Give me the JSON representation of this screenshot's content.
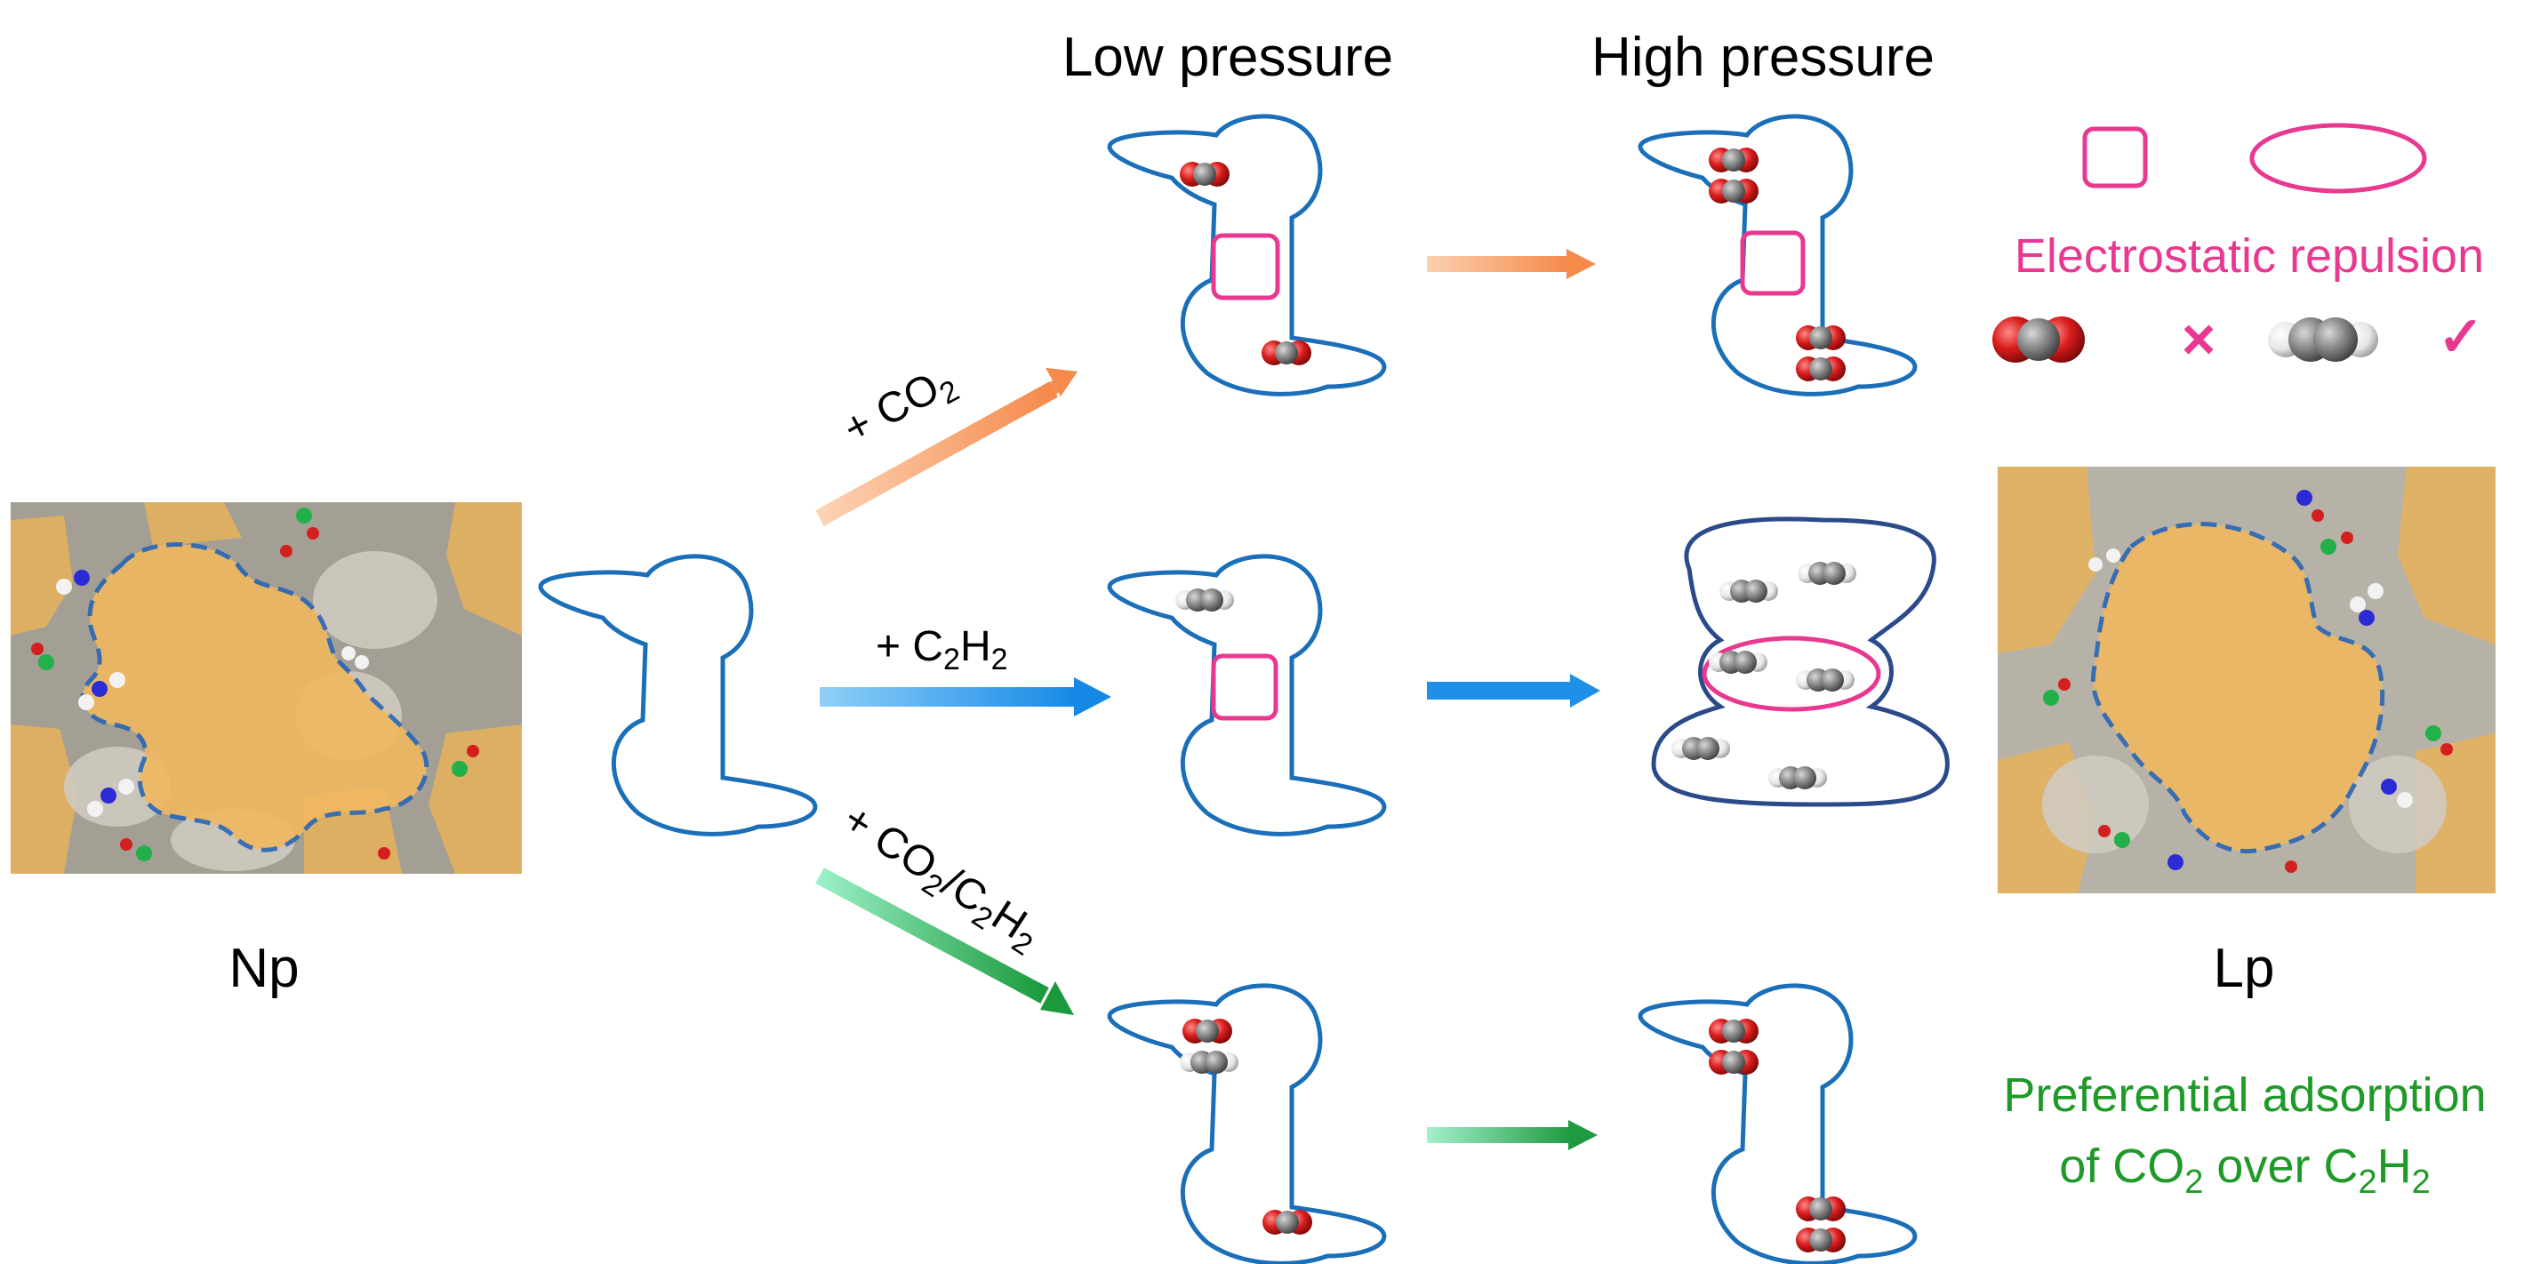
{
  "headers": {
    "low": "Low pressure",
    "high": "High pressure"
  },
  "labels": {
    "np": "Np",
    "lp": "Lp",
    "co2_arrow": {
      "plus": "+ CO",
      "sub": "2"
    },
    "c2h2_arrow": {
      "plus": "+ C",
      "sub1": "2",
      "H": "H",
      "sub2": "2"
    },
    "mix_arrow": {
      "plus": "+ CO",
      "sub1": "2",
      "slash": "/C",
      "sub2": "2",
      "H": "H",
      "sub3": "2"
    }
  },
  "legend": {
    "title": "Electrostatic repulsion",
    "cross": "×",
    "check": "✓"
  },
  "footer": {
    "line1": "Preferential adsorption",
    "line2_a": "of CO",
    "line2_sub1": "2",
    "line2_b": " over C",
    "line2_sub2": "2",
    "line2_c": "H",
    "line2_sub3": "2"
  },
  "colors": {
    "pore_outline": "#1a6fb8",
    "expanded_outline": "#2b4a8a",
    "repulsion": "#e8388f",
    "co2_arrow": "#f59a5a",
    "c2h2_arrow": "#1e90e8",
    "mix_arrow": "#22a84a",
    "oxygen": "#d41f1f",
    "carbon": "#8c8c8c",
    "hydrogen": "#f2f2f2",
    "pore_surface": "#e3b35c",
    "framework_bg": "#9a958c"
  }
}
